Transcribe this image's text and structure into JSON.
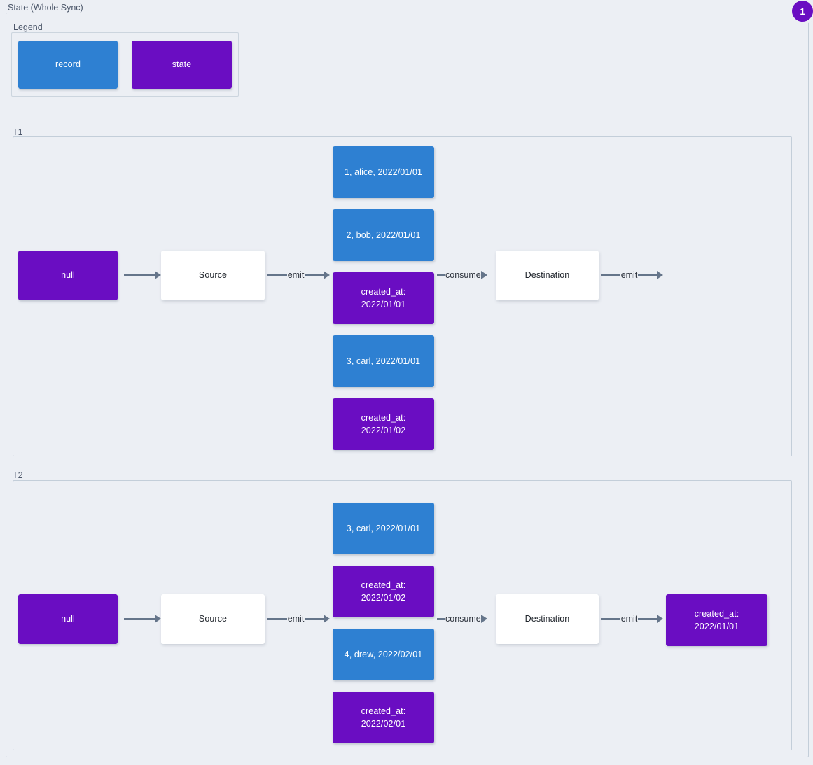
{
  "diagram": {
    "title": "State (Whole Sync)",
    "badge": "1",
    "colors": {
      "record": "#2e80d2",
      "state": "#6a0dc2",
      "background": "#eceff4",
      "border": "#c3ced9",
      "arrow": "#65758a"
    }
  },
  "legend": {
    "label": "Legend",
    "items": [
      {
        "label": "record",
        "kind": "record"
      },
      {
        "label": "state",
        "kind": "state"
      }
    ]
  },
  "sections": [
    {
      "label": "T1",
      "input_state": "null",
      "source": "Source",
      "destination": "Destination",
      "emit_label_1": "emit",
      "consume_label": "consume",
      "emit_label_2": "emit",
      "stream": [
        {
          "kind": "record",
          "text": "1, alice, 2022/01/01"
        },
        {
          "kind": "record",
          "text": "2, bob, 2022/01/01"
        },
        {
          "kind": "state",
          "text": "created_at:\n2022/01/01"
        },
        {
          "kind": "record",
          "text": "3, carl, 2022/01/01"
        },
        {
          "kind": "state",
          "text": "created_at:\n2022/01/02"
        }
      ],
      "output_state": null
    },
    {
      "label": "T2",
      "input_state": "null",
      "source": "Source",
      "destination": "Destination",
      "emit_label_1": "emit",
      "consume_label": "consume",
      "emit_label_2": "emit",
      "stream": [
        {
          "kind": "record",
          "text": "3, carl, 2022/01/01"
        },
        {
          "kind": "state",
          "text": "created_at:\n2022/01/02"
        },
        {
          "kind": "record",
          "text": "4, drew, 2022/02/01"
        },
        {
          "kind": "state",
          "text": "created_at:\n2022/02/01"
        }
      ],
      "output_state": "created_at:\n2022/01/01"
    }
  ]
}
